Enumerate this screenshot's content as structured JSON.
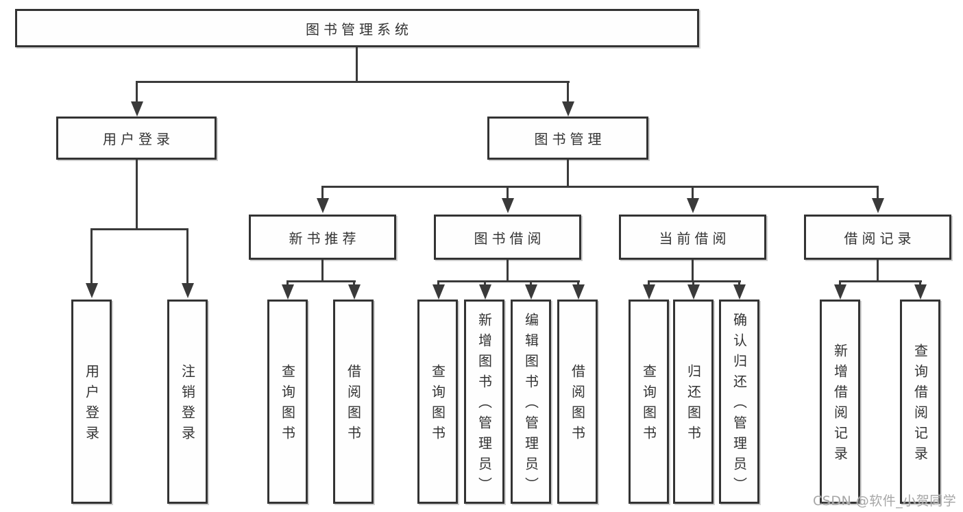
{
  "watermark": "CSDN @软件_小贺同学",
  "colors": {
    "line": "#3a3a3a",
    "box_border": "#333333",
    "text": "#333333",
    "watermark_text": "#a6a6a6",
    "background": "#ffffff"
  },
  "tree": {
    "label": "图书管理系统",
    "children": [
      {
        "label": "用户登录",
        "children": [
          {
            "label": "用户登录"
          },
          {
            "label": "注销登录"
          }
        ]
      },
      {
        "label": "图书管理",
        "children": [
          {
            "label": "新书推荐",
            "children": [
              {
                "label": "查询图书"
              },
              {
                "label": "借阅图书"
              }
            ]
          },
          {
            "label": "图书借阅",
            "children": [
              {
                "label": "查询图书"
              },
              {
                "label": "新增图书（管理员）"
              },
              {
                "label": "编辑图书（管理员）"
              },
              {
                "label": "借阅图书"
              }
            ]
          },
          {
            "label": "当前借阅",
            "children": [
              {
                "label": "查询图书"
              },
              {
                "label": "归还图书"
              },
              {
                "label": "确认归还（管理员）"
              }
            ]
          },
          {
            "label": "借阅记录",
            "children": [
              {
                "label": "新增借阅记录"
              },
              {
                "label": "查询借阅记录"
              }
            ]
          }
        ]
      }
    ]
  }
}
